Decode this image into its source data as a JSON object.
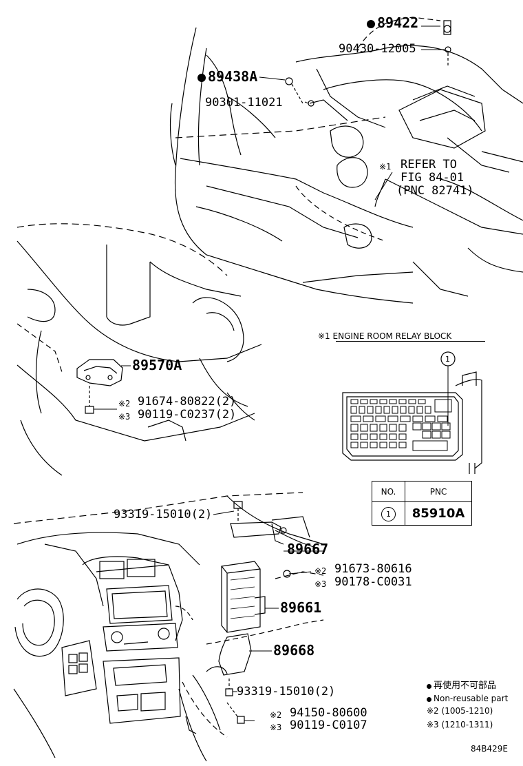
{
  "parts": {
    "p89422": "89422",
    "p90430": "90430-12005",
    "p89438a": "89438A",
    "p90301": "90301-11021",
    "refer": [
      "REFER TO",
      "FIG 84-01",
      "(PNC 82741)"
    ],
    "p89570a": "89570A",
    "p91674": "91674-80822(2)",
    "p90119a": "90119-C0237(2)",
    "p93319a": "93319-15010(2)",
    "p89667": "89667",
    "p91673": "91673-80616",
    "p90178": "90178-C0031",
    "p89661": "89661",
    "p89668": "89668",
    "p93319b": "93319-15010(2)",
    "p94150": "94150-80600",
    "p90119b": "90119-C0107"
  },
  "marks": {
    "ref1": "※1",
    "ref2": "※2",
    "ref3": "※3"
  },
  "relay_block": {
    "caption": "ENGINE ROOM RELAY BLOCK",
    "callout": "1"
  },
  "table": {
    "col_no": "NO.",
    "col_pnc": "PNC",
    "row_no": "1",
    "row_pnc": "85910A"
  },
  "legend": {
    "jp": "再使用不可部品",
    "en": "Non-reusable part",
    "r2": "(1005-1210)",
    "r3": "(1210-1311)"
  },
  "figure_id": "84B429E"
}
